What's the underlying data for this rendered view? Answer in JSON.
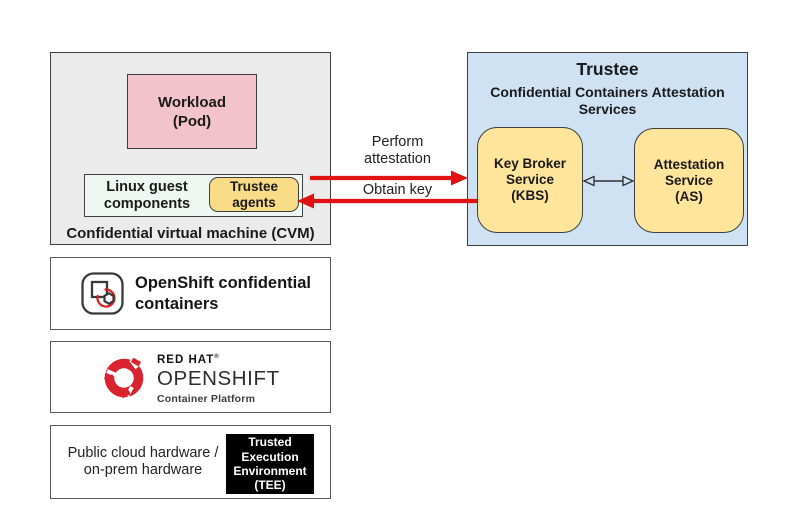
{
  "colors": {
    "cvm_bg": "#ebebeb",
    "workload_bg": "#f2c3ca",
    "linux_bg": "#eef7f2",
    "agents_bg": "#f8dc87",
    "trustee_bg": "#cfe2f3",
    "service_bg": "#ffe59b",
    "flow_arrow_red": "#e01212",
    "redhat_red": "#d9232e",
    "tee_bg": "#000000"
  },
  "cvm": {
    "workload_label": "Workload\n(Pod)",
    "linux_guest_label": "Linux guest\ncomponents",
    "trustee_agents_label": "Trustee\nagents",
    "caption": "Confidential virtual machine (CVM)"
  },
  "flows": {
    "perform_attestation": "Perform\nattestation",
    "obtain_key": "Obtain key"
  },
  "trustee": {
    "title": "Trustee",
    "subtitle": "Confidential Containers Attestation\nServices",
    "services": [
      {
        "label": "Key Broker\nService\n(KBS)"
      },
      {
        "label": "Attestation\nService\n(AS)"
      }
    ]
  },
  "openshift_cc": {
    "label": "OpenShift confidential\ncontainers"
  },
  "redhat": {
    "brand": "RED HAT",
    "reg_mark": "®",
    "product": "OPENSHIFT",
    "sub": "Container Platform"
  },
  "hardware": {
    "label": "Public cloud hardware /\non-prem hardware",
    "tee_label": "Trusted\nExecution\nEnvironment\n(TEE)"
  }
}
